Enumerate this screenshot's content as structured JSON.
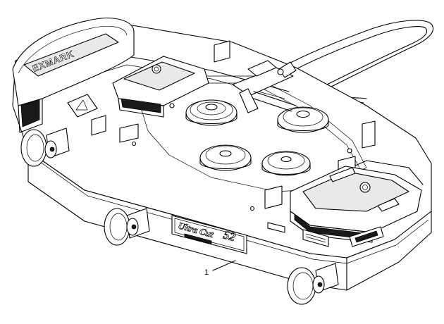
{
  "callouts": [
    {
      "number": "1",
      "target": "deck-housing"
    }
  ],
  "decal": {
    "deck_name": "Ultra Cut",
    "deck_size": "52"
  }
}
